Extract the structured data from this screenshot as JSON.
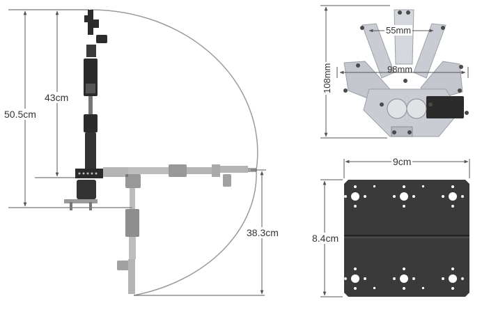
{
  "arm": {
    "total_height": "50.5cm",
    "upper_height": "43cm",
    "side_reach": "38.3cm"
  },
  "gripper": {
    "inner_width": "55mm",
    "outer_width": "98mm",
    "height": "108mm"
  },
  "base_plate": {
    "width": "9cm",
    "height": "8.4cm"
  },
  "colors": {
    "line": "#555555",
    "arc": "#9a9a9a",
    "plate": "#3a3a3a",
    "metal": "#c9ccd2",
    "servo": "#2b2b2b"
  }
}
